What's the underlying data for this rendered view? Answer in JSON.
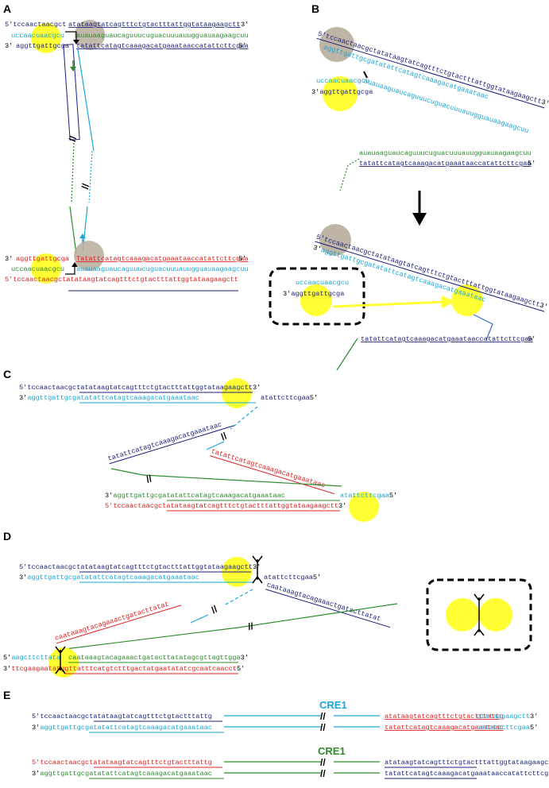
{
  "colors": {
    "navy": "#1a1f7a",
    "cyan": "#1aa6d6",
    "green": "#2e8b2e",
    "red": "#e02020",
    "black": "#000000",
    "yellow_site": "#ffff33",
    "grey_site": "#b8ad9c",
    "arrow_yellow": "#ffff33"
  },
  "panels": {
    "A": "A",
    "B": "B",
    "C": "C",
    "D": "D",
    "E": "E"
  },
  "ends": {
    "five": "5′",
    "three": "3′"
  },
  "break_mark": "//",
  "sequences": {
    "top_navy": "tccaactaacgctatataagtatcagtttctgtactttattggtataagaagctt",
    "top_navy_A_left": "tccaactaacgct",
    "top_navy_A_right": "atataagtatcagtttctgtactttattggtataagaagctt",
    "bottom_cyan": "aggttgattgcgatatattcatagtcaaagacatgaaataac",
    "bottom_cyan_tail": "atattcttcgaa",
    "cyan_upper": "uccaacuaacgcu",
    "green_rna": "auauaaguaucaguuucuguacuuuauugguauaagaagcuu",
    "navy_lower": "tatattcatagtcaaagacatgaaataaccatattcttcgaa",
    "red_lower": "Tatattcatagtcaaagacatgaaataaccatattcttcgaa",
    "red_top_D": "tccaactaacgctatataagtatcagtttctgtactttattggtataagaagctt",
    "tatattcatag": "tatattcatagtcaaagacatgaaataac",
    "red_mid_C": "tatattcatagtcaaagacatgaaataac",
    "navy_mid_C": "tatattcatagtcaaagacatgaaataac",
    "C_bottom1": "aggttgattgcgatatattcatagtcaaagacatgaaataac",
    "C_bottom1_tail": "atattcttcgaa",
    "C_bottom2": "tccaactaacgctatataagtatcagtttctgtactttattggtataagaagctt",
    "D_navy_branch": "caataaagtacagaaactgatacttatat",
    "D_red_branch": "caataaagtacagaaactgatacttatat",
    "D_bottom_cyan": "aagcttcttata",
    "D_bottom_green": "caataaagtacagaaactgatacttatatagcgttagttgga",
    "D_bottom_red": "ttcgaagaatatggttatttcatgtctttgactatgaatatatcgcaatcaacct",
    "E_l1": "tccaactaacgctatataagtatcagtttctgtactttattg",
    "E_r1_red": "atataagtatcagtttctgtactttattg",
    "E_r1_cyan": "gtataagaagctt",
    "E_l2": "aggttgattgcgatatattcatagtcaaagacatgaaataac",
    "E_r2_red": "tatattcatagtcaaagacatgaaataac",
    "E_r2_cyan": "catattcttcgaa",
    "E_l3_red": "tccaactaacgctatataagtatcagtttctgtactttattg",
    "E_r3": "atataagtatcagtttctgtactttattggtataagaagctt",
    "E_l4": "aggttgattgcgatatattcatagtcaaagacatgaaataac",
    "E_r4": "tatattcatagtcaaagacatgaaataaccatattcttcgaa"
  },
  "labels": {
    "cre1_top": "CRE1",
    "cre1_bottom": "CRE1",
    "B_small_top": "uccaacuaacgcu",
    "B_small_bottom": "aggttgattgcga"
  }
}
